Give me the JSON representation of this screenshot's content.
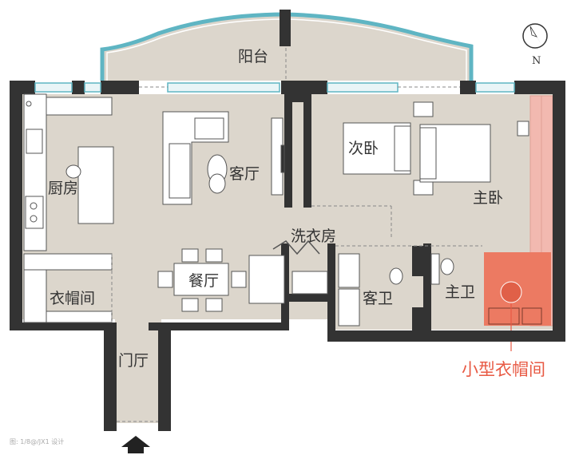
{
  "rooms": {
    "balcony": "阳台",
    "kitchen": "厨房",
    "living_room": "客厅",
    "second_bedroom": "次卧",
    "master_bedroom": "主卧",
    "laundry_room": "洗衣房",
    "dining_room": "餐厅",
    "cloakroom": "衣帽间",
    "guest_bathroom": "客卫",
    "master_bathroom": "主卫",
    "entrance_hall": "门厅"
  },
  "annotation": {
    "label": "小型衣帽间",
    "color": "#e85a44"
  },
  "compass": {
    "label": "N"
  },
  "watermark": "图: 1/8@/JX1 设计",
  "colors": {
    "wall": "#333333",
    "floor": "#dcd6cc",
    "window": "#5fb5c3",
    "accent_fill": "#ec7a62",
    "wardrobe_fill": "#f2b9b0"
  }
}
